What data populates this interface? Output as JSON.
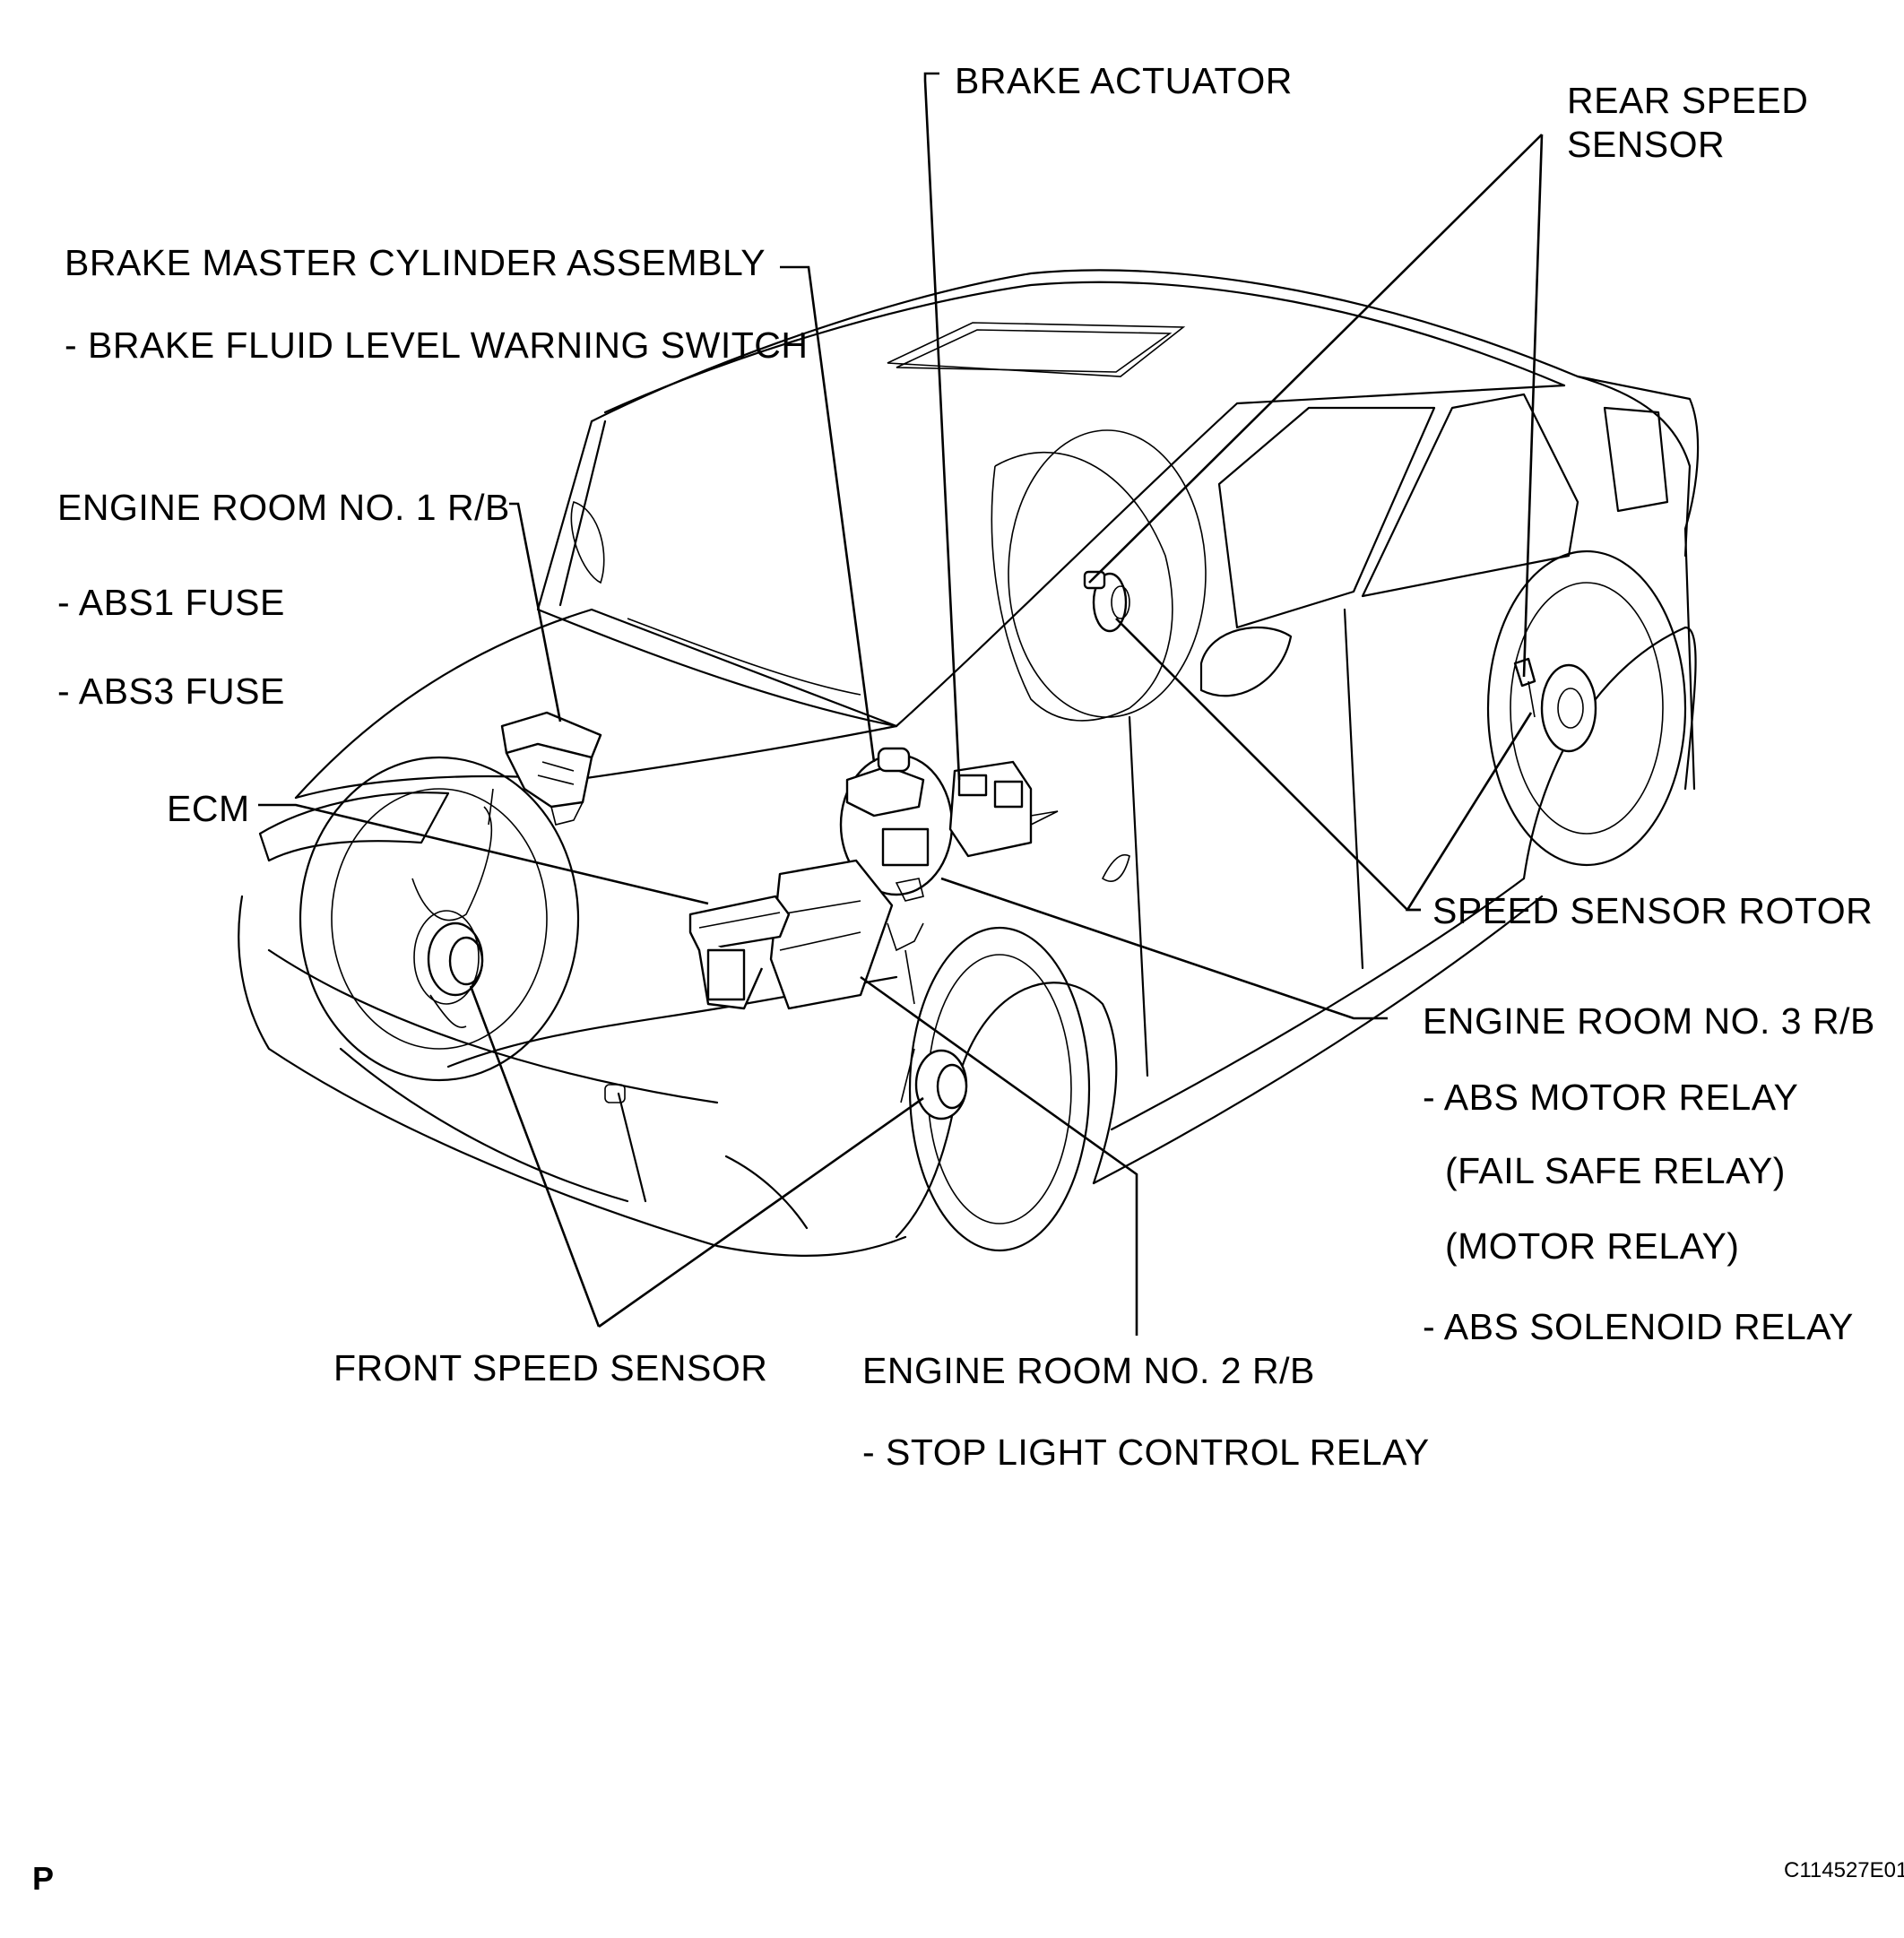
{
  "labels": {
    "brake_actuator": "BRAKE ACTUATOR",
    "rear_speed_sensor_1": "REAR SPEED",
    "rear_speed_sensor_2": "SENSOR",
    "master_cylinder": "BRAKE MASTER CYLINDER ASSEMBLY",
    "fluid_level_switch": "- BRAKE FLUID LEVEL WARNING SWITCH",
    "er_rb1": "ENGINE ROOM NO. 1 R/B",
    "abs1_fuse": "- ABS1 FUSE",
    "abs3_fuse": "- ABS3 FUSE",
    "ecm": "ECM",
    "speed_sensor_rotor": "SPEED SENSOR ROTOR",
    "er_rb3": "ENGINE ROOM NO. 3 R/B",
    "abs_motor_relay": "- ABS MOTOR RELAY",
    "fail_safe_relay": "(FAIL SAFE RELAY)",
    "motor_relay": "(MOTOR RELAY)",
    "abs_solenoid_relay": "- ABS SOLENOID RELAY",
    "front_speed_sensor": "FRONT SPEED SENSOR",
    "er_rb2": "ENGINE ROOM NO. 2 R/B",
    "stop_light_relay": "- STOP LIGHT CONTROL RELAY"
  },
  "footer": {
    "page_mark": "P",
    "figure_code": "C114527E01"
  }
}
